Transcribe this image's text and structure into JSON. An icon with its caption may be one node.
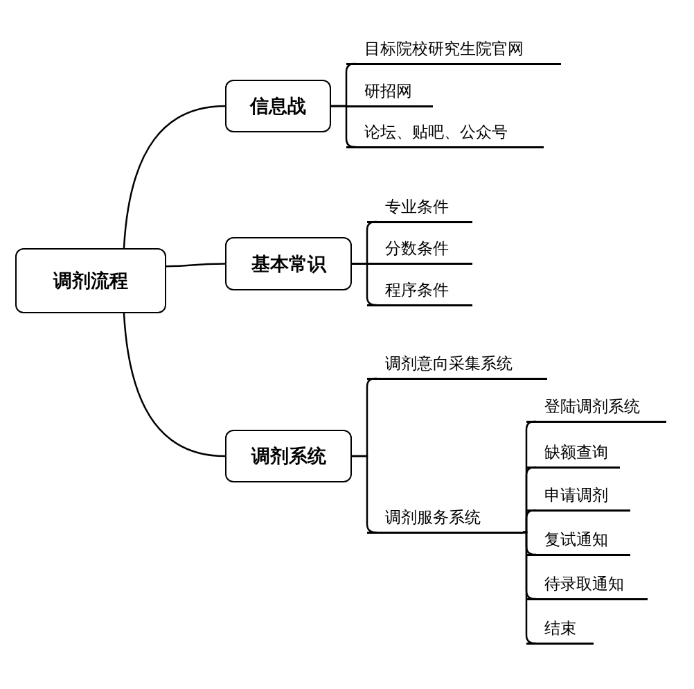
{
  "diagram": {
    "nodes": [
      {
        "text": [
          "调剂流程"
        ]
      },
      {
        "text": [
          "信息战"
        ]
      },
      {
        "text": [
          "目标院校研究生院官网"
        ]
      },
      {
        "text": [
          "研招网"
        ]
      },
      {
        "text": [
          "论坛、贴吧、公众号"
        ]
      },
      {
        "text": [
          "基本常识"
        ]
      },
      {
        "text": [
          "专业条件"
        ]
      },
      {
        "text": [
          "分数条件"
        ]
      },
      {
        "text": [
          "程序条件"
        ]
      },
      {
        "text": [
          "调剂系统"
        ]
      },
      {
        "text": [
          "调剂意向采集系统"
        ]
      },
      {
        "text": [
          "调剂服务系统"
        ]
      },
      {
        "text": [
          "登陆调剂系统"
        ]
      },
      {
        "text": [
          "缺额查询"
        ]
      },
      {
        "text": [
          "申请调剂"
        ]
      },
      {
        "text": [
          "复试通知"
        ]
      },
      {
        "text": [
          "待录取通知"
        ]
      },
      {
        "text": [
          "结束"
        ]
      }
    ],
    "edges": [
      {
        "from": 0,
        "to": 1,
        "arrow": "none"
      },
      {
        "from": 0,
        "to": 5,
        "arrow": "none"
      },
      {
        "from": 0,
        "to": 9,
        "arrow": "none"
      },
      {
        "from": 1,
        "to": 2,
        "arrow": "none"
      },
      {
        "from": 1,
        "to": 3,
        "arrow": "none"
      },
      {
        "from": 1,
        "to": 4,
        "arrow": "none"
      },
      {
        "from": 5,
        "to": 6,
        "arrow": "none"
      },
      {
        "from": 5,
        "to": 7,
        "arrow": "none"
      },
      {
        "from": 5,
        "to": 8,
        "arrow": "none"
      },
      {
        "from": 9,
        "to": 10,
        "arrow": "none"
      },
      {
        "from": 9,
        "to": 11,
        "arrow": "none"
      },
      {
        "from": 11,
        "to": 12,
        "arrow": "none"
      },
      {
        "from": 11,
        "to": 13,
        "arrow": "none"
      },
      {
        "from": 11,
        "to": 14,
        "arrow": "none"
      },
      {
        "from": 11,
        "to": 15,
        "arrow": "none"
      },
      {
        "from": 11,
        "to": 16,
        "arrow": "none"
      },
      {
        "from": 11,
        "to": 17,
        "arrow": "none"
      }
    ]
  }
}
